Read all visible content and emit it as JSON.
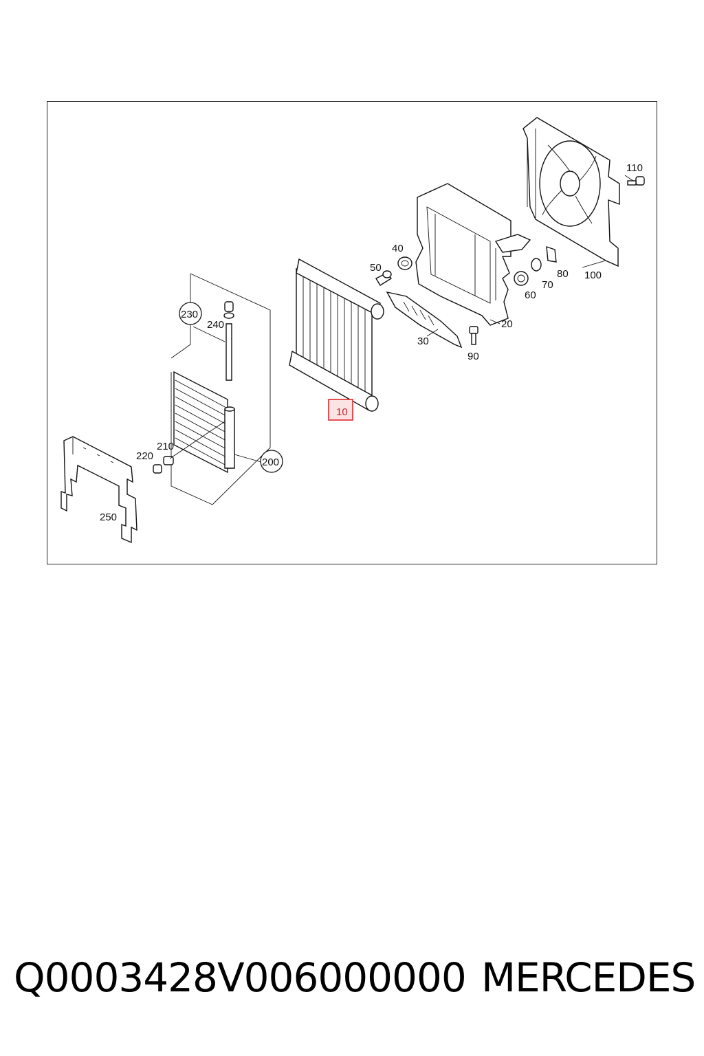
{
  "diagram": {
    "labels": {
      "p10": "10",
      "p20": "20",
      "p30": "30",
      "p40": "40",
      "p50": "50",
      "p60": "60",
      "p70": "70",
      "p80": "80",
      "p90": "90",
      "p100": "100",
      "p110": "110",
      "p200": "200",
      "p210": "210",
      "p220": "220",
      "p230": "230",
      "p240": "240",
      "p250": "250"
    },
    "highlight_color": "#e0282e",
    "highlight_fill": "#fbe3e4"
  },
  "caption": {
    "code": "Q0003428V006000000",
    "brand": "MERCEDES"
  }
}
